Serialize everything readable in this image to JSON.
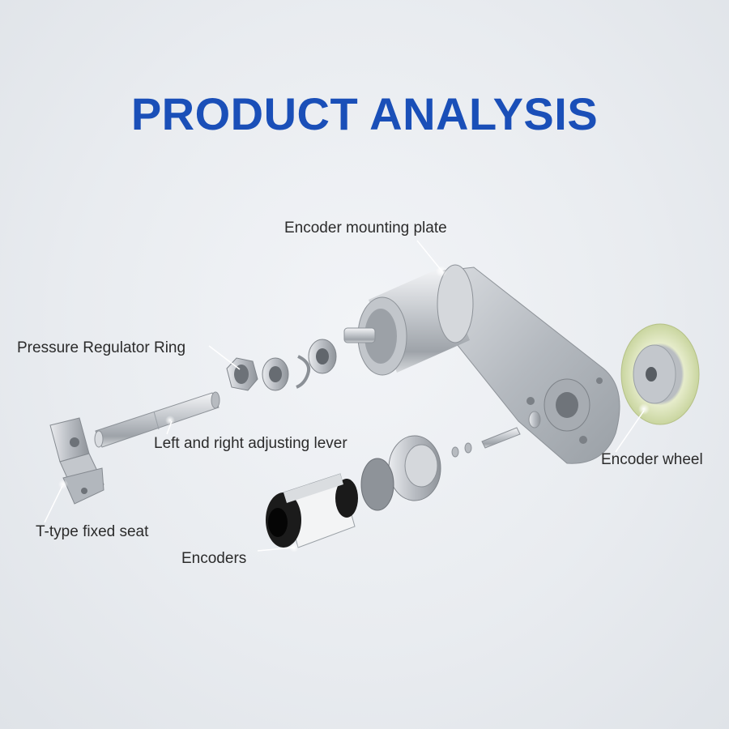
{
  "title": "PRODUCT ANALYSIS",
  "labels": {
    "mounting_plate": "Encoder mounting plate",
    "pressure_ring": "Pressure Regulator Ring",
    "adjusting_lever": "Left and right adjusting lever",
    "t_seat": "T-type fixed seat",
    "encoders": "Encoders",
    "encoder_wheel": "Encoder wheel"
  },
  "colors": {
    "title": "#1a4fb8",
    "metal": "#c9cdd2",
    "wheel_tire": "#dfe8bf",
    "encoder_body": "#111111"
  }
}
